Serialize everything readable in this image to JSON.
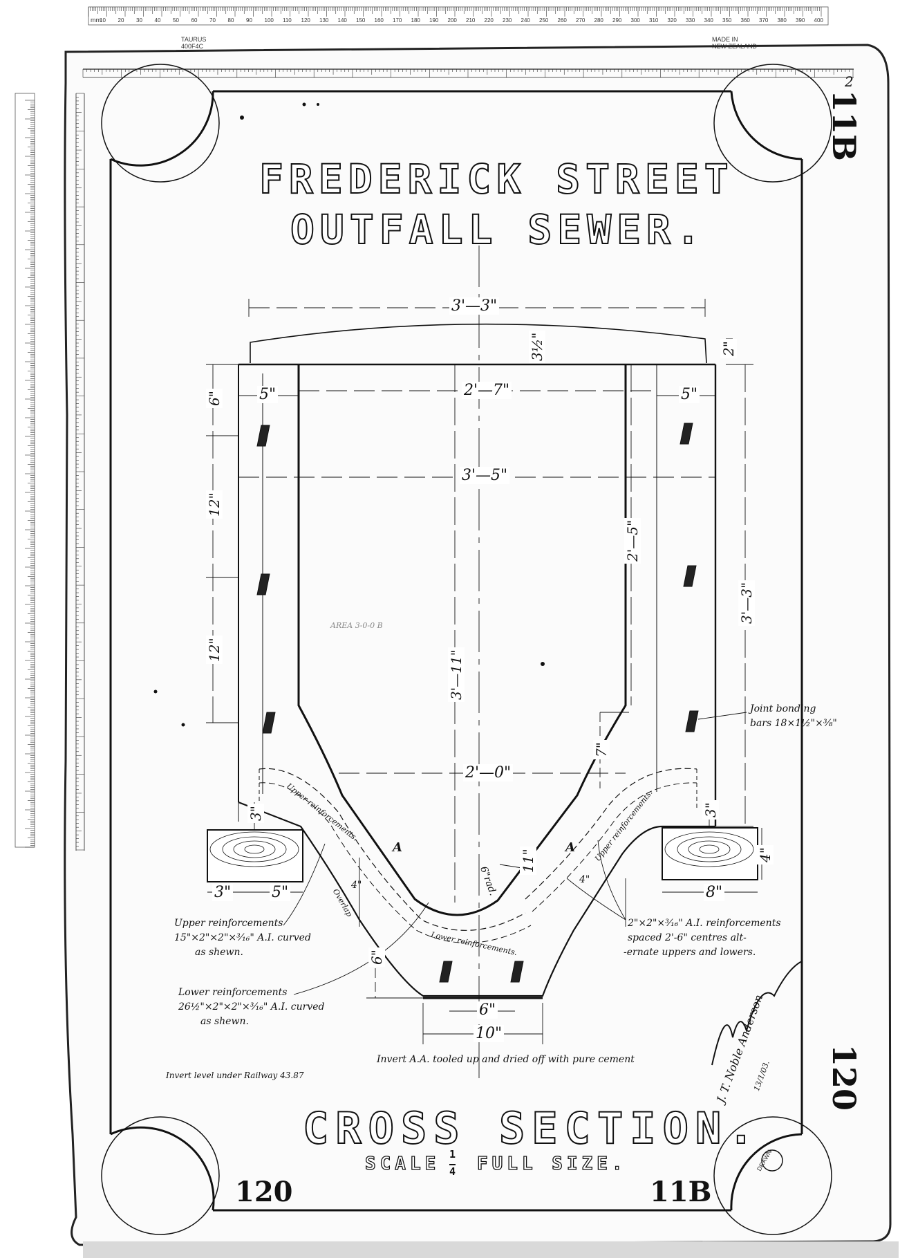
{
  "drawing": {
    "title_line1": "FREDERICK STREET",
    "title_line2": "OUTFALL SEWER.",
    "section_title": "CROSS SECTION.",
    "scale_text": "SCALE",
    "scale_num": "1",
    "scale_den": "4",
    "scale_suffix": "FULL SIZE.",
    "sheet_id_right_corner": "11B",
    "sheet_id_bottom": "11B",
    "stamp_number_bottom": "120",
    "stamp_number_right": "120",
    "corner_mark": "2"
  },
  "dimensions": {
    "overall_top_width": "3'—3\"",
    "crown_rise": "3½\"",
    "crown_step": "2\"",
    "wall_left": "5\"",
    "wall_right": "5\"",
    "inner_width": "2'—7\"",
    "outer_width": "3'—5\"",
    "top_spacing": "6\"",
    "spacing_mid": "12\"",
    "spacing_low": "12\"",
    "inner_wall_height": "2'—5\"",
    "outer_height": "3'—3\"",
    "centre_height": "3'—11\"",
    "invert_width": "2'—0\"",
    "haunch_height": "7\"",
    "radius": "6\"rad.",
    "invert_depth": "11\"",
    "seat_left_3": "3\"",
    "seat_right_3": "3\"",
    "timber_depth": "4\"",
    "timber_left_a": "3\"",
    "timber_left_b": "5\"",
    "timber_right_width": "8\"",
    "overlap_4a": "4\"",
    "overlap_4b": "4\"",
    "base_height": "6\"",
    "base_inner": "6\"",
    "base_outer": "10\""
  },
  "labels": {
    "point_a_left": "A",
    "point_a_right": "A",
    "upper_reinf_left": "Upper reinforcements.",
    "upper_reinf_right": "Upper reinforcements.",
    "lower_reinf": "Lower reinforcements.",
    "overlap": "Overlap",
    "stamp_area": "AREA 3-0-0 B"
  },
  "notes": {
    "joint_bonding_1": "Joint bonding",
    "joint_bonding_2": "bars 18×1½\"×⅜\"",
    "upper_note_1": "Upper reinforcements",
    "upper_note_2": "15\"×2\"×2\"×³⁄₁₆\" A.I. curved",
    "upper_note_3": "as shewn.",
    "lower_note_1": "Lower reinforcements",
    "lower_note_2": "26½\"×2\"×2\"×³⁄₁₆\" A.I. curved",
    "lower_note_3": "as shewn.",
    "ai_note_1": "2\"×2\"×³⁄₁₆\" A.I. reinforcements",
    "ai_note_2": "spaced 2'-6\" centres alt-",
    "ai_note_3": "-ernate uppers and lowers.",
    "invert_note": "Invert A.A. tooled up and dried off with pure cement",
    "invert_level": "Invert level under Railway 43.87",
    "signature": "J. T. Noble Anderson",
    "signature_date": "13/1/03.",
    "drawn_stamp": "DRAWN"
  },
  "rulers": {
    "brand": "TAURUS",
    "model": "400F4C",
    "made_in_1": "MADE IN",
    "made_in_2": "NEW ZEALAND",
    "unit": "mm",
    "ticks": [
      "10",
      "20",
      "30",
      "40",
      "50",
      "60",
      "70",
      "80",
      "90",
      "100",
      "110",
      "120",
      "130",
      "140",
      "150",
      "160",
      "170",
      "180",
      "190",
      "200",
      "210",
      "220",
      "230",
      "240",
      "250",
      "260",
      "270",
      "280",
      "290",
      "300",
      "310",
      "320",
      "330",
      "340",
      "350",
      "360",
      "370",
      "380",
      "390",
      "400"
    ]
  }
}
